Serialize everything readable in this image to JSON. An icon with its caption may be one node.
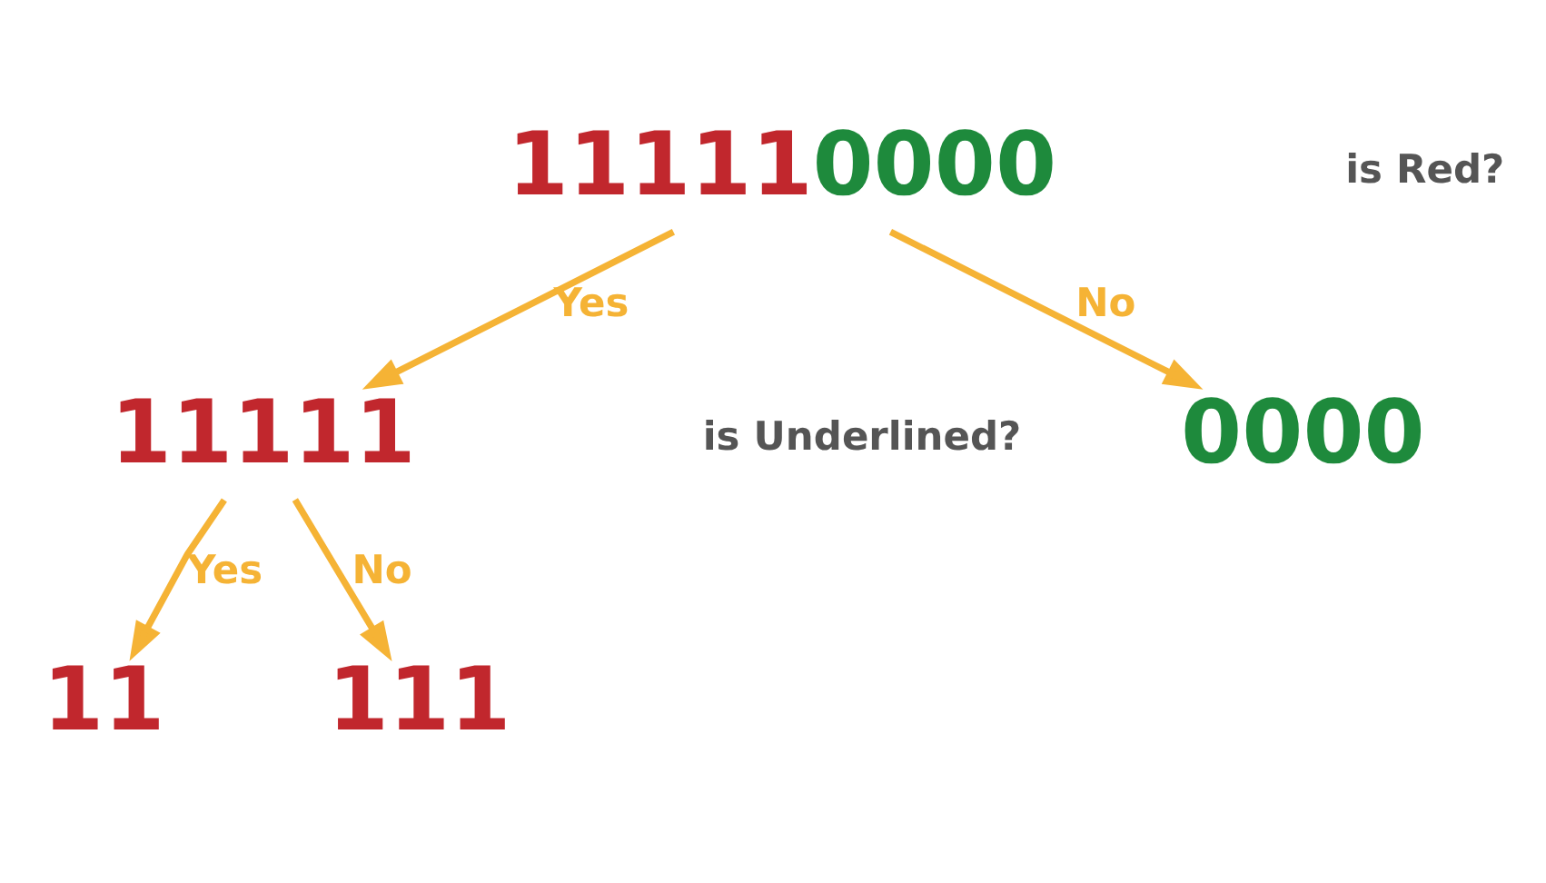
{
  "diagram": {
    "nodes": [
      {
        "text": [
          "11111",
          "0000"
        ]
      },
      {
        "text": [
          "11111"
        ]
      },
      {
        "text": [
          "0000"
        ]
      },
      {
        "text": [
          "11"
        ]
      },
      {
        "text": [
          "111"
        ]
      }
    ],
    "edges": [
      {
        "from": 0,
        "to": 1,
        "arrow": "to",
        "label": "Yes"
      },
      {
        "from": 0,
        "to": 2,
        "arrow": "to",
        "label": "No"
      },
      {
        "from": 1,
        "to": 3,
        "arrow": "to",
        "label": "Yes"
      },
      {
        "from": 1,
        "to": 4,
        "arrow": "to",
        "label": "No"
      }
    ],
    "labels": [
      "is Red?",
      "is Underlined?"
    ]
  }
}
